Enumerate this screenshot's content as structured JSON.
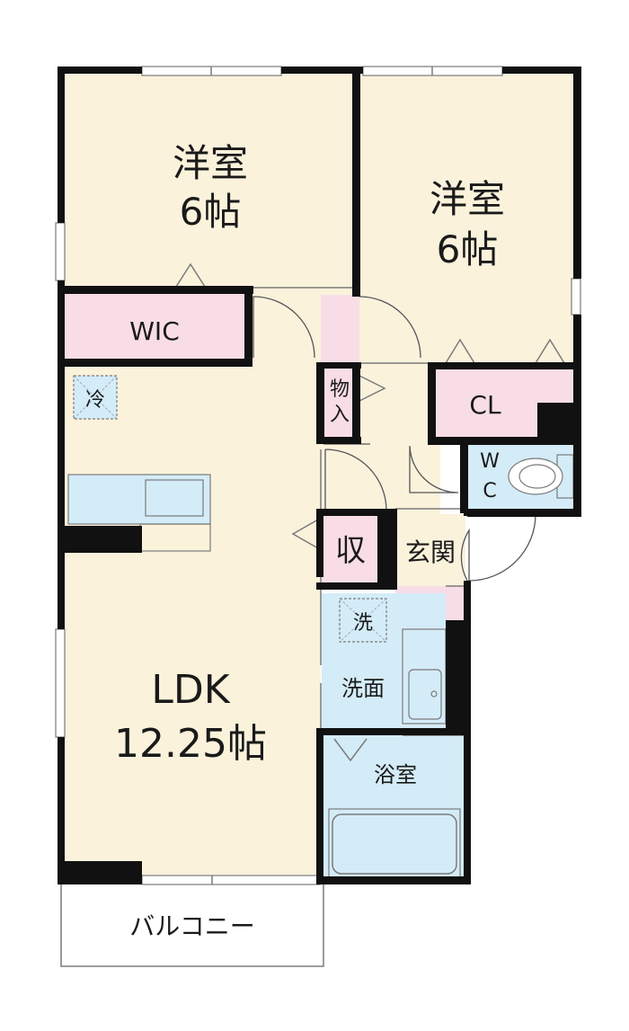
{
  "colors": {
    "room_floor": "#fbf2dc",
    "storage_pink": "#f8dde6",
    "water_blue": "#d4ecf8",
    "wall": "#111111",
    "line": "#7a7a7a"
  },
  "rooms": {
    "bedroom1": {
      "name": "洋室",
      "size": "6帖"
    },
    "bedroom2": {
      "name": "洋室",
      "size": "6帖"
    },
    "ldk": {
      "name": "LDK",
      "size": "12.25帖"
    },
    "wic": "WIC",
    "closet": "CL",
    "storeroom": {
      "line1": "物",
      "line2": "入"
    },
    "toilet": {
      "line1": "W",
      "line2": "C"
    },
    "storage": "収",
    "entrance": "玄関",
    "washroom": "洗面",
    "bathroom": "浴室",
    "balcony": "バルコニー"
  },
  "fixtures": {
    "fridge": "冷",
    "washer": "洗"
  }
}
